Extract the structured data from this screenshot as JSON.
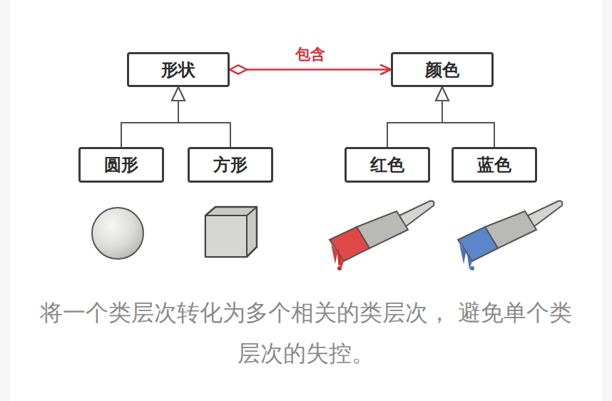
{
  "diagram": {
    "caption": "将一个类层次转化为多个相关的类层次， 避免单个类层次的失控。",
    "nodes": [
      {
        "text": [
          "形状"
        ]
      },
      {
        "text": [
          "颜色"
        ]
      },
      {
        "text": [
          "圆形"
        ]
      },
      {
        "text": [
          "方形"
        ]
      },
      {
        "text": [
          "红色"
        ]
      },
      {
        "text": [
          "蓝色"
        ]
      }
    ],
    "edges": [
      {
        "from": 0,
        "to": 1,
        "arrow": "to",
        "label": "包含"
      },
      {
        "from": 2,
        "to": 0,
        "arrow": "to"
      },
      {
        "from": 3,
        "to": 0,
        "arrow": "to"
      },
      {
        "from": 4,
        "to": 1,
        "arrow": "to"
      },
      {
        "from": 5,
        "to": 1,
        "arrow": "to"
      }
    ]
  }
}
